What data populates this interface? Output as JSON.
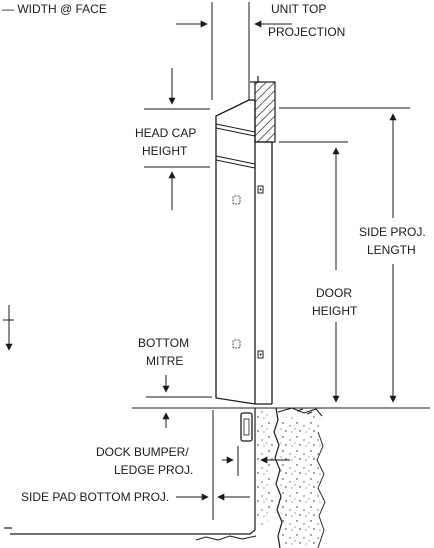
{
  "labels": {
    "width_at_face": "— WIDTH @ FACE",
    "unit_top_projection_1": "UNIT TOP",
    "unit_top_projection_2": "PROJECTION",
    "head_cap_height_1": "HEAD CAP",
    "head_cap_height_2": "HEIGHT",
    "side_proj_length_1": "SIDE PROJ.",
    "side_proj_length_2": "LENGTH",
    "door_height_1": "DOOR",
    "door_height_2": "HEIGHT",
    "bottom_mitre_1": "BOTTOM",
    "bottom_mitre_2": "MITRE",
    "dock_bumper_1": "DOCK BUMPER/",
    "dock_bumper_2": "LEDGE PROJ.",
    "side_pad_bottom_proj": "SIDE PAD BOTTOM PROJ."
  }
}
